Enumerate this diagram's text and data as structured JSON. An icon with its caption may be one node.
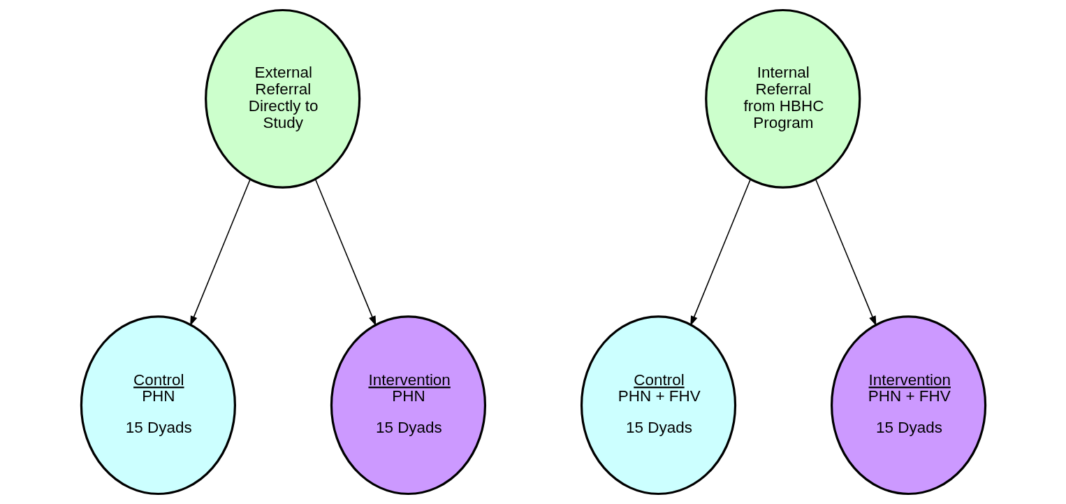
{
  "diagram": {
    "nodes": [
      {
        "text": [
          "External Referral Directly to Study"
        ]
      },
      {
        "text": [
          "Internal Referral from HBHC Program"
        ]
      },
      {
        "text": [
          "Control",
          "PHN",
          "15 Dyads"
        ]
      },
      {
        "text": [
          "Intervention",
          "PHN",
          "15 Dyads"
        ]
      },
      {
        "text": [
          "Control",
          "PHN + FHV",
          "15 Dyads"
        ]
      },
      {
        "text": [
          "Intervention",
          "PHN + FHV",
          "15 Dyads"
        ]
      }
    ],
    "edges": [
      {
        "from": 0,
        "to": 2,
        "arrow": "to"
      },
      {
        "from": 0,
        "to": 3,
        "arrow": "to"
      },
      {
        "from": 1,
        "to": 4,
        "arrow": "to"
      },
      {
        "from": 1,
        "to": 5,
        "arrow": "to"
      }
    ]
  }
}
